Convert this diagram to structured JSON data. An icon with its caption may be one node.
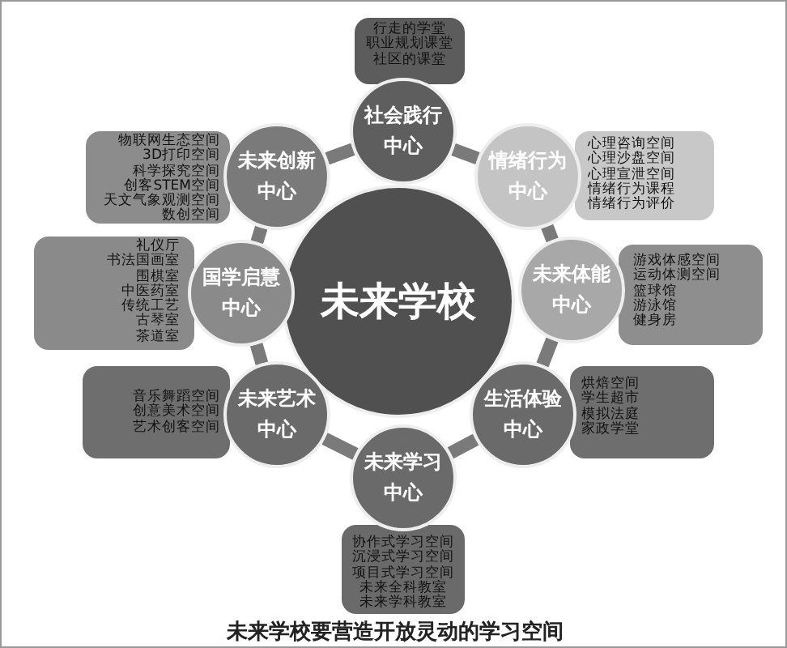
{
  "diagram": {
    "caption": "未来学校要营造开放灵动的学习空间",
    "nodes": [
      {
        "text": [
          "未来学校"
        ]
      },
      {
        "text": [
          "社会践行中心"
        ]
      },
      {
        "text": [
          "未来创新中心"
        ]
      },
      {
        "text": [
          "情绪行为中心"
        ]
      },
      {
        "text": [
          "国学启慧中心"
        ]
      },
      {
        "text": [
          "未来体能中心"
        ]
      },
      {
        "text": [
          "未来艺术中心"
        ]
      },
      {
        "text": [
          "生活体验中心"
        ]
      },
      {
        "text": [
          "未来学习中心"
        ]
      },
      {
        "text": [
          "行走的学堂",
          "职业规划课堂",
          "社区的课堂"
        ]
      },
      {
        "text": [
          "物联网生态空间",
          "3D打印空间",
          "科学探究空间",
          "创客STEM空间",
          "天文气象观测空间",
          "数创空间"
        ]
      },
      {
        "text": [
          "心理咨询空间",
          "心理沙盘空间",
          "心理宣泄空间",
          "情绪行为课程",
          "情绪行为评价"
        ]
      },
      {
        "text": [
          "礼仪厅",
          "书法国画室",
          "围棋室",
          "中医药室",
          "传统工艺",
          "古琴室",
          "茶道室"
        ]
      },
      {
        "text": [
          "游戏体感空间",
          "运动体测空间",
          "篮球馆",
          "游泳馆",
          "健身房"
        ]
      },
      {
        "text": [
          "音乐舞蹈空间",
          "创意美术空间",
          "艺术创客空间"
        ]
      },
      {
        "text": [
          "烘焙空间",
          "学生超市",
          "模拟法庭",
          "家政学堂"
        ]
      },
      {
        "text": [
          "协作式学习空间",
          "沉浸式学习空间",
          "项目式学习空间",
          "未来全科教室",
          "未来学科教室"
        ]
      }
    ],
    "edges": [
      {
        "from": 1,
        "to": 3,
        "arrow": "none"
      },
      {
        "from": 3,
        "to": 5,
        "arrow": "none"
      },
      {
        "from": 5,
        "to": 7,
        "arrow": "none"
      },
      {
        "from": 7,
        "to": 8,
        "arrow": "none"
      },
      {
        "from": 8,
        "to": 6,
        "arrow": "none"
      },
      {
        "from": 6,
        "to": 4,
        "arrow": "none"
      },
      {
        "from": 4,
        "to": 2,
        "arrow": "none"
      },
      {
        "from": 2,
        "to": 1,
        "arrow": "none"
      }
    ]
  }
}
